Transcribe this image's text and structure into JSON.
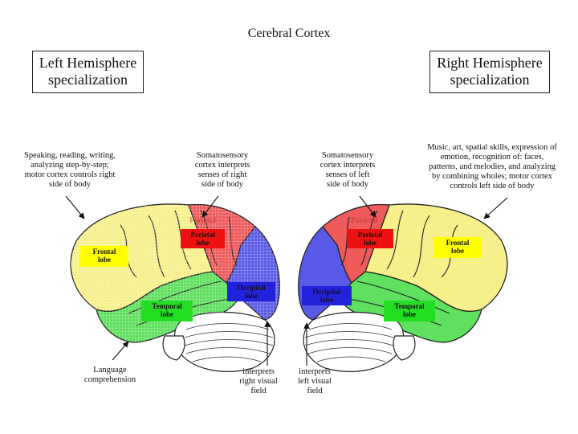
{
  "title": "Cerebral Cortex",
  "left_header": {
    "line1": "Left Hemisphere",
    "line2": "specialization"
  },
  "right_header": {
    "line1": "Right Hemisphere",
    "line2": "specialization"
  },
  "left_notes": {
    "speaking": [
      "Speaking, reading, writing,",
      "analyzing step-by-step;",
      "motor cortex controls right",
      "side of body"
    ],
    "somato": [
      "Somatosensory",
      "cortex interprets",
      "senses of right",
      "side of body"
    ],
    "language": [
      "Language",
      "comprehension"
    ],
    "visual": [
      "interprets",
      "right visual",
      "field"
    ]
  },
  "right_notes": {
    "music": [
      "Music, art, spatial skills, expression of",
      "emotion, recognition of: faces,",
      "patterns, and melodies, and analyzing",
      "by combining wholes; motor cortex",
      "controls left side of body"
    ],
    "somato": [
      "Somatosensory",
      "cortex interprets",
      "senses of left",
      "side of body"
    ],
    "visual": [
      "interprets",
      "left visual",
      "field"
    ]
  },
  "lobes": {
    "frontal": [
      "Frontal",
      "lobe"
    ],
    "parietal": [
      "Parietal",
      "lobe"
    ],
    "occipital": [
      "Occipital",
      "lobe"
    ],
    "temporal": [
      "Temporal",
      "lobe"
    ]
  },
  "brain_watermark": "Parietal",
  "colors": {
    "frontal": "#f7f08a",
    "parietal": "#ef5a5a",
    "occipital": "#5a5ae8",
    "temporal": "#5fe05f",
    "label_yellow": "#ffff00",
    "label_red": "#ee1111",
    "label_blue": "#2222dd",
    "label_green": "#22dd22"
  }
}
